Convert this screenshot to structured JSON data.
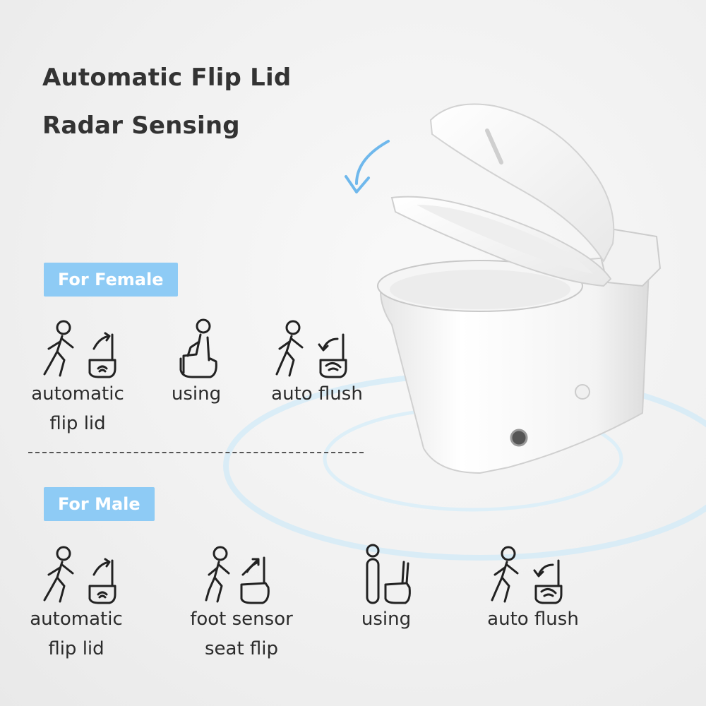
{
  "headline": {
    "line1": "Automatic Flip Lid",
    "line2": "Radar Sensing"
  },
  "female": {
    "badge": "For Female",
    "items": [
      {
        "icon": "walking-person-lid-open-icon",
        "label": "automatic\nflip lid"
      },
      {
        "icon": "seated-person-icon",
        "label": "using"
      },
      {
        "icon": "walking-person-flush-icon",
        "label": "auto flush"
      }
    ]
  },
  "male": {
    "badge": "For Male",
    "items": [
      {
        "icon": "walking-person-lid-open-icon",
        "label": "automatic\nflip lid"
      },
      {
        "icon": "foot-sensor-seat-flip-icon",
        "label": "foot sensor\nseat flip"
      },
      {
        "icon": "standing-person-icon",
        "label": "using"
      },
      {
        "icon": "walking-person-flush-icon",
        "label": "auto flush"
      }
    ]
  },
  "colors": {
    "badge": "#8ecbf5",
    "text": "#2b2b2b",
    "radar": "#bfe3f7",
    "arrow": "#6fb8ec"
  }
}
